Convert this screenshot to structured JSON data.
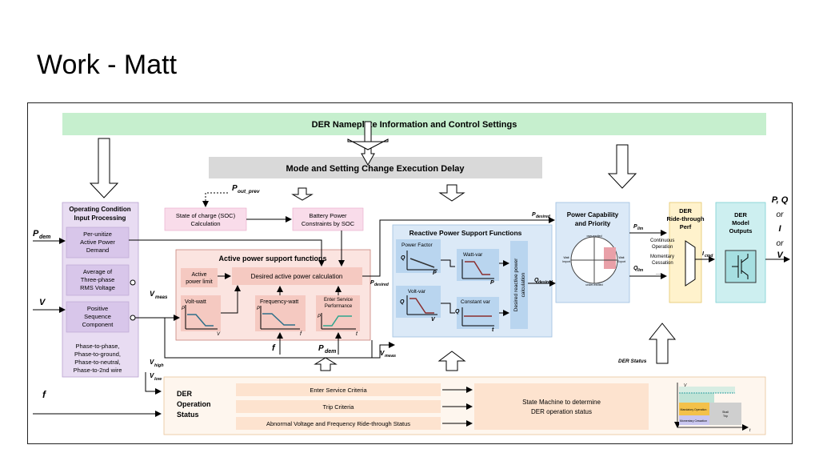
{
  "slide": {
    "title": "Work - Matt"
  },
  "header": {
    "nameplate": "DER Nameplate Information and Control Settings",
    "mode_delay": "Mode and Setting Change Execution Delay"
  },
  "input_processing": {
    "title": [
      "Operating Condition",
      "Input Processing"
    ],
    "per_unitize": [
      "Per-unitize",
      "Active Power",
      "Demand"
    ],
    "average": [
      "Average of",
      "Three-phase",
      "RMS Voltage"
    ],
    "positive_seq": [
      "Positive",
      "Sequence",
      "Component"
    ],
    "phase": [
      "Phase-to-phase,",
      "Phase-to-ground,",
      "Phase-to-neutral,",
      "Phase-to-2nd wire"
    ]
  },
  "signals": {
    "p_dem": "P",
    "p_dem_sub": "dem",
    "v": "V",
    "f": "f",
    "p_out_prev": "P",
    "p_out_prev_sub": "out_prev",
    "v_meas": "V",
    "v_meas_sub": "meas",
    "v_high": "V",
    "v_high_sub": "high",
    "v_low": "V",
    "v_low_sub": "low",
    "p_desired": "P",
    "p_desired_sub": "desired",
    "q_desired": "Q",
    "q_desired_sub": "desired",
    "p_lim": "P",
    "p_lim_sub": "lim",
    "q_lim": "Q",
    "q_lim_sub": "lim",
    "i_cmd": "I",
    "i_cmd_sub": "cmd",
    "der_status": "DER Status"
  },
  "soc": {
    "state": [
      "State of charge (SOC)",
      "Calculation"
    ],
    "battery": [
      "Battery Power",
      "Constraints by SOC"
    ]
  },
  "active_power": {
    "title": "Active power support functions",
    "limit": [
      "Active",
      "power limit"
    ],
    "desired": "Desired active power calculation",
    "volt_watt": "Volt-watt",
    "freq_watt": "Frequency-watt",
    "enter_service": [
      "Enter Service",
      "Performance"
    ],
    "axis_p": "P",
    "axis_v": "V",
    "axis_f": "f",
    "axis_t": "t"
  },
  "reactive_power": {
    "title": "Reactive Power Support Functions",
    "power_factor": "Power Factor",
    "watt_var": "Watt-var",
    "volt_var": "Volt-var",
    "constant_var": "Constant var",
    "desired": [
      "Desired reactive power",
      "calculation"
    ],
    "axis_q": "Q",
    "axis_p": "P",
    "axis_v": "V",
    "axis_t": "t"
  },
  "capability": {
    "title": [
      "Power Capability",
      "and Priority"
    ],
    "circle_top": "over-excited",
    "circle_bottom": "under-excited",
    "circle_left": [
      "Watt",
      "Import"
    ],
    "circle_right": [
      "Watt",
      "Export"
    ]
  },
  "ride_through": {
    "title": [
      "DER",
      "Ride-through",
      "Perf"
    ],
    "continuous": [
      "Continuous",
      "Operation"
    ],
    "momentary": [
      "Momentary",
      "Cessation"
    ],
    "ellipsis": "..."
  },
  "model": {
    "title": [
      "DER",
      "Model",
      "Outputs"
    ]
  },
  "outputs": [
    "P, Q",
    "or",
    "I",
    "or",
    "V"
  ],
  "operation": {
    "title": [
      "DER",
      "Operation",
      "Status"
    ],
    "enter_service": "Enter Service Criteria",
    "trip": "Trip Criteria",
    "abnormal": "Abnormal Voltage and Frequency Ride-through Status",
    "state_machine": [
      "State Machine to determine",
      "DER operation status"
    ],
    "chart_v": "V",
    "chart_t": "t",
    "chart_mandatory": "Mandatory Operation",
    "chart_momentary": "Momentary Cessation",
    "chart_shall_trip": [
      "Shall",
      "Trip"
    ]
  },
  "colors": {
    "green_band": "#c6efce",
    "grey_band": "#d9d9d9",
    "purple_box": "#e8dcf2",
    "pink_box": "#f9dcea",
    "active_box": "#fbe4e0",
    "blue_box": "#dbe9f7",
    "yellow_box": "#fff2cc",
    "teal_box": "#cdeff0",
    "orange_box": "#fde3cf"
  }
}
